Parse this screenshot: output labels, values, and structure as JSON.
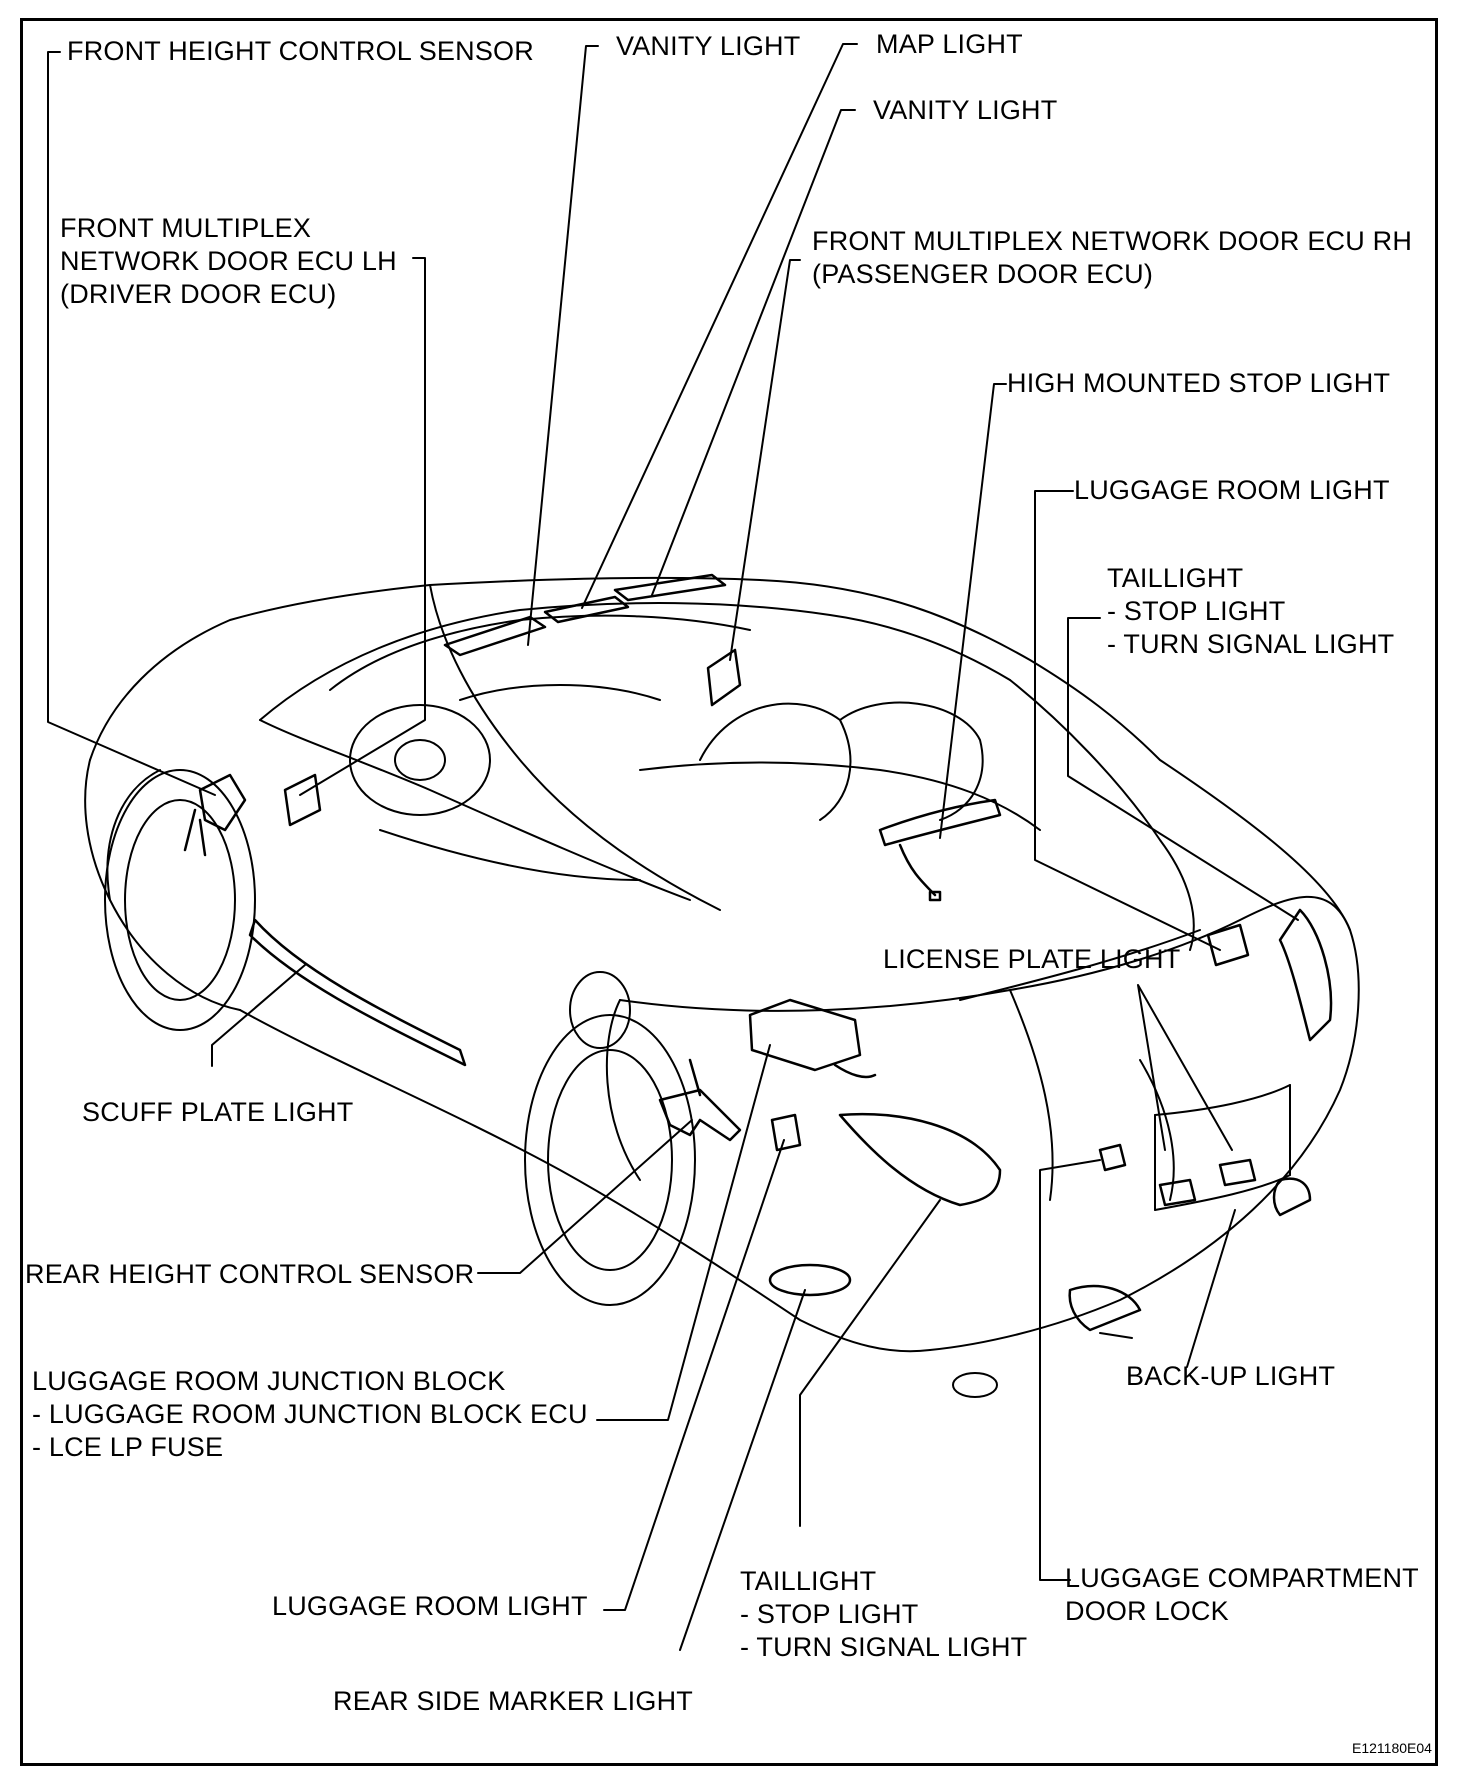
{
  "labels": {
    "front_height_control_sensor": "FRONT HEIGHT CONTROL SENSOR",
    "vanity_light_1": "VANITY LIGHT",
    "map_light": "MAP LIGHT",
    "vanity_light_2": "VANITY LIGHT",
    "front_ecu_lh": [
      "FRONT MULTIPLEX",
      "NETWORK DOOR ECU LH",
      "(DRIVER DOOR ECU)"
    ],
    "front_ecu_rh": [
      "FRONT MULTIPLEX NETWORK DOOR ECU RH",
      "(PASSENGER DOOR ECU)"
    ],
    "high_mounted_stop_light": "HIGH MOUNTED STOP LIGHT",
    "luggage_room_light_top": "LUGGAGE ROOM LIGHT",
    "taillight_right": [
      "TAILLIGHT",
      "- STOP LIGHT",
      "- TURN SIGNAL LIGHT"
    ],
    "license_plate_light": "LICENSE PLATE LIGHT",
    "scuff_plate_light": "SCUFF PLATE LIGHT",
    "rear_height_control_sensor": "REAR HEIGHT CONTROL SENSOR",
    "luggage_room_junction_block": [
      "LUGGAGE ROOM JUNCTION BLOCK",
      "- LUGGAGE ROOM JUNCTION BLOCK ECU",
      "- LCE LP FUSE"
    ],
    "back_up_light": "BACK-UP LIGHT",
    "luggage_room_light_bottom": "LUGGAGE ROOM LIGHT",
    "taillight_bottom": [
      "TAILLIGHT",
      "- STOP LIGHT",
      "- TURN SIGNAL LIGHT"
    ],
    "luggage_compartment_door_lock": [
      "LUGGAGE COMPARTMENT",
      "DOOR LOCK"
    ],
    "rear_side_marker_light": "REAR SIDE MARKER LIGHT"
  },
  "figure_code": "E121180E04"
}
